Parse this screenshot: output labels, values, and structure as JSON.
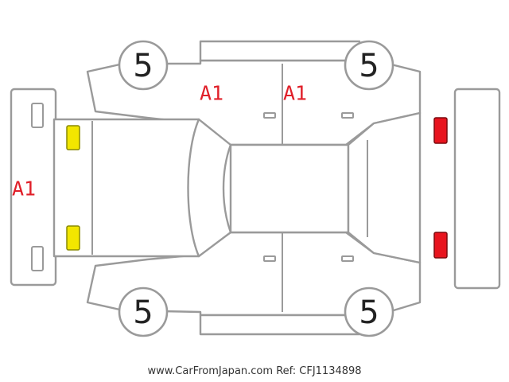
{
  "colors": {
    "outline": "#9a9a9a",
    "damage_label": "#e0202a",
    "front_lamp": "#f2e600",
    "rear_lamp": "#e8141e"
  },
  "wheels": [
    {
      "id": "front-left",
      "grade": "5"
    },
    {
      "id": "rear-left",
      "grade": "5"
    },
    {
      "id": "front-right",
      "grade": "5"
    },
    {
      "id": "rear-right",
      "grade": "5"
    }
  ],
  "damage_labels": [
    {
      "id": "front-bumper",
      "code": "A1"
    },
    {
      "id": "left-front-door",
      "code": "A1"
    },
    {
      "id": "left-rear-door",
      "code": "A1"
    }
  ],
  "watermark": {
    "site": "www.CarFromJapan.com",
    "ref": "Ref: CFJ1134898"
  }
}
